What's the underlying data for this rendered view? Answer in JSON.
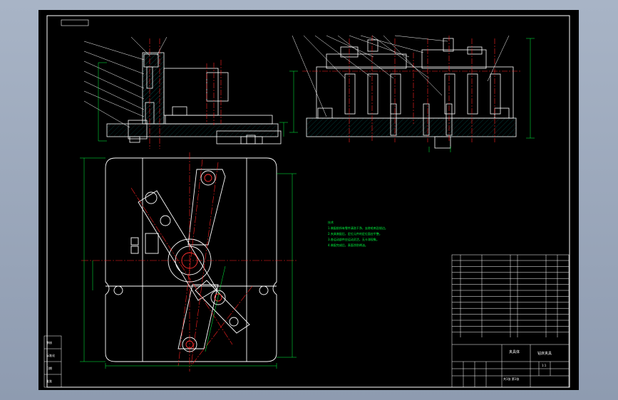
{
  "canvas": {
    "background": "#9aa6b8",
    "sheet": "#000000"
  },
  "colors": {
    "outline": "#ffffff",
    "hatch": "#00a0a0",
    "centerline": "#ff2020",
    "dimension": "#00ff40",
    "section": "#ff3030"
  },
  "notes": {
    "heading": "技术",
    "lines": [
      "1.装配前所有零件清洗干净，去除毛刺及锐边。",
      "2.夹具装配后，定位元件的定位面应平整。",
      "3.各运动部件应运动灵活，无卡滞现象。",
      "4.装配完成后，表面涂防锈油。"
    ]
  },
  "title_block": {
    "names": [
      "夹具体",
      "钻床夹具"
    ],
    "scale": "1:1",
    "sheet_info": "共1张 第1张"
  },
  "left_block": {
    "cells": [
      "审核",
      "标准化",
      "日期",
      "批准"
    ]
  }
}
